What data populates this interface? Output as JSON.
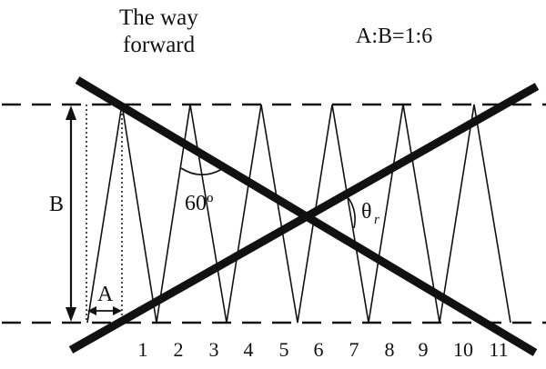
{
  "title_line1": "The way",
  "title_line2": "forward",
  "ratio": "A:B=1:6",
  "label_B": "B",
  "label_A": "A",
  "angle_label": "60º",
  "theta_symbol": "θ",
  "theta_subscript": "r",
  "tick_numbers": [
    "1",
    "2",
    "3",
    "4",
    "5",
    "6",
    "7",
    "8",
    "9",
    "10",
    "11"
  ],
  "colors": {
    "line": "#111111",
    "background": "#ffffff"
  }
}
